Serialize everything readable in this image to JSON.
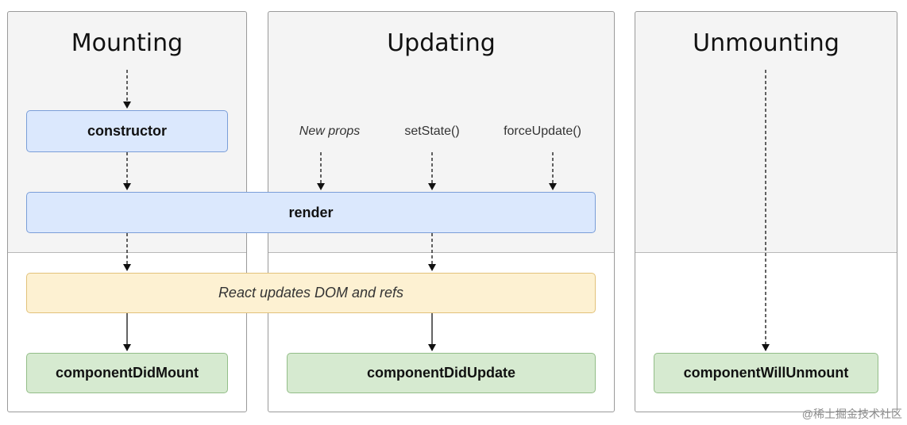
{
  "phases": {
    "mounting": {
      "title": "Mounting"
    },
    "updating": {
      "title": "Updating"
    },
    "unmounting": {
      "title": "Unmounting"
    }
  },
  "nodes": {
    "constructor": "constructor",
    "render": "render",
    "dom_update": "React updates DOM and refs",
    "did_mount": "componentDidMount",
    "did_update": "componentDidUpdate",
    "will_unmount": "componentWillUnmount"
  },
  "triggers": {
    "new_props": "New props",
    "set_state": "setState()",
    "force_update": "forceUpdate()"
  },
  "watermark": "@稀土掘金技术社区",
  "colors": {
    "blue_fill": "#dbe8fd",
    "yellow_fill": "#fdf1d2",
    "green_fill": "#d6ead0"
  }
}
